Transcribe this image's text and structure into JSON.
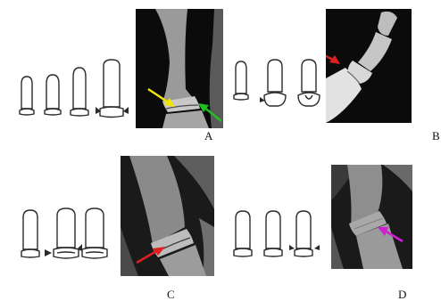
{
  "figure": {
    "panels": [
      {
        "label": "A",
        "arrow_colors": [
          "#f2e600",
          "#1fc01f"
        ]
      },
      {
        "label": "B",
        "arrow_colors": [
          "#e02020"
        ]
      },
      {
        "label": "C",
        "arrow_colors": [
          "#e02020"
        ]
      },
      {
        "label": "D",
        "arrow_colors": [
          "#d21ed2"
        ]
      }
    ],
    "colors": {
      "xray_background": "#0b0b0b",
      "bone": "#b8b8b8",
      "sketch_line": "#2a2a2a"
    }
  }
}
